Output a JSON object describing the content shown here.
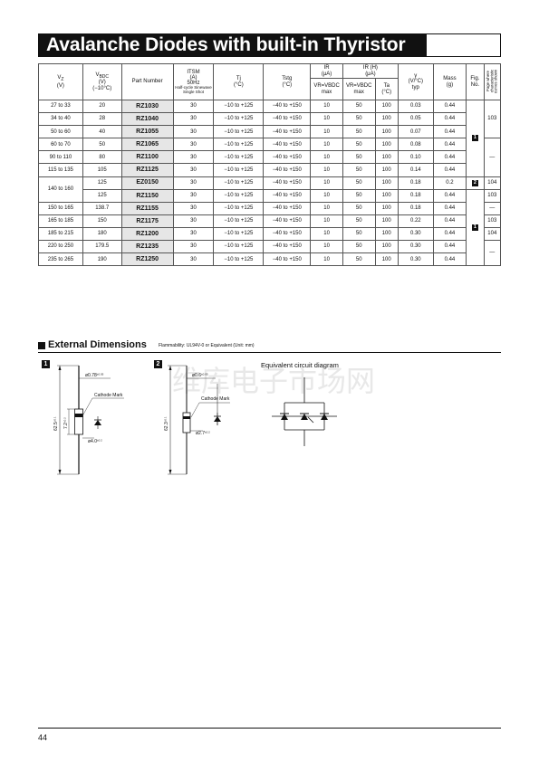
{
  "title": "Avalanche Diodes with built-in Thyristor",
  "table": {
    "headers": {
      "vz": "V",
      "vz_sub": "Z",
      "vz_unit": "(V)",
      "vbdc": "V",
      "vbdc_sub": "BDC",
      "vbdc_unit": "(V)",
      "vbdc_cond": "(−10°C)",
      "part": "Part Number",
      "itsm": "ITSM",
      "itsm_unit": "(A)",
      "itsm_freq": "50Hz",
      "itsm_note": "Half-cycle Sinewave Single Shot",
      "tj": "Tj",
      "tj_unit": "(°C)",
      "tstg": "Tstg",
      "tstg_unit": "(°C)",
      "ir": "IR",
      "ir_unit": "(μA)",
      "ir_cond": "VR=VBDC",
      "ir_max": "max",
      "irh": "IR (H)",
      "irh_unit": "(μA)",
      "irh_cond": "VR=VBDC",
      "irh_max": "max",
      "ta": "Ta",
      "ta_unit": "(°C)",
      "gamma": "γ",
      "gamma_unit": "(V/°C)",
      "gamma_typ": "typ",
      "mass": "Mass",
      "mass_unit": "(g)",
      "fig": "Fig.",
      "fig_no": "No.",
      "page": "Page where characteristic curves shown"
    },
    "rows": [
      {
        "vz": "27  to  33",
        "vbdc": "20",
        "part": "RZ1030",
        "itsm": "30",
        "tj": "−10 to +125",
        "tstg": "−40 to +150",
        "ir": "10",
        "irh": "50",
        "ta": "100",
        "gamma": "0.03",
        "mass": "0.44"
      },
      {
        "vz": "34  to  40",
        "vbdc": "28",
        "part": "RZ1040",
        "itsm": "30",
        "tj": "−10 to +125",
        "tstg": "−40 to +150",
        "ir": "10",
        "irh": "50",
        "ta": "100",
        "gamma": "0.05",
        "mass": "0.44"
      },
      {
        "vz": "50  to  60",
        "vbdc": "40",
        "part": "RZ1055",
        "itsm": "30",
        "tj": "−10 to +125",
        "tstg": "−40 to +150",
        "ir": "10",
        "irh": "50",
        "ta": "100",
        "gamma": "0.07",
        "mass": "0.44"
      },
      {
        "vz": "60  to  70",
        "vbdc": "50",
        "part": "RZ1065",
        "itsm": "30",
        "tj": "−10 to +125",
        "tstg": "−40 to +150",
        "ir": "10",
        "irh": "50",
        "ta": "100",
        "gamma": "0.08",
        "mass": "0.44"
      },
      {
        "vz": "90 to 110",
        "vbdc": "80",
        "part": "RZ1100",
        "itsm": "30",
        "tj": "−10 to +125",
        "tstg": "−40 to +150",
        "ir": "10",
        "irh": "50",
        "ta": "100",
        "gamma": "0.10",
        "mass": "0.44"
      },
      {
        "vz": "115 to 135",
        "vbdc": "105",
        "part": "RZ1125",
        "itsm": "30",
        "tj": "−10 to +125",
        "tstg": "−40 to +150",
        "ir": "10",
        "irh": "50",
        "ta": "100",
        "gamma": "0.14",
        "mass": "0.44"
      },
      {
        "vz": "140 to 160",
        "vbdc": "125",
        "part": "EZ0150",
        "itsm": "30",
        "tj": "−10 to +125",
        "tstg": "−40 to +150",
        "ir": "10",
        "irh": "50",
        "ta": "100",
        "gamma": "0.18",
        "mass": "0.2"
      },
      {
        "vz": "",
        "vbdc": "125",
        "part": "RZ1150",
        "itsm": "30",
        "tj": "−10 to +125",
        "tstg": "−40 to +150",
        "ir": "10",
        "irh": "50",
        "ta": "100",
        "gamma": "0.18",
        "mass": "0.44"
      },
      {
        "vz": "150 to 165",
        "vbdc": "138.7",
        "part": "RZ1155",
        "itsm": "30",
        "tj": "−10 to +125",
        "tstg": "−40 to +150",
        "ir": "10",
        "irh": "50",
        "ta": "100",
        "gamma": "0.18",
        "mass": "0.44"
      },
      {
        "vz": "165 to 185",
        "vbdc": "150",
        "part": "RZ1175",
        "itsm": "30",
        "tj": "−10 to +125",
        "tstg": "−40 to +150",
        "ir": "10",
        "irh": "50",
        "ta": "100",
        "gamma": "0.22",
        "mass": "0.44"
      },
      {
        "vz": "185 to 215",
        "vbdc": "180",
        "part": "RZ1200",
        "itsm": "30",
        "tj": "−10 to +125",
        "tstg": "−40 to +150",
        "ir": "10",
        "irh": "50",
        "ta": "100",
        "gamma": "0.30",
        "mass": "0.44"
      },
      {
        "vz": "220 to 250",
        "vbdc": "179.5",
        "part": "RZ1235",
        "itsm": "30",
        "tj": "−10 to +125",
        "tstg": "−40 to +150",
        "ir": "10",
        "irh": "50",
        "ta": "100",
        "gamma": "0.30",
        "mass": "0.44"
      },
      {
        "vz": "235 to 265",
        "vbdc": "190",
        "part": "RZ1250",
        "itsm": "30",
        "tj": "−10 to +125",
        "tstg": "−40 to +150",
        "ir": "10",
        "irh": "50",
        "ta": "100",
        "gamma": "0.30",
        "mass": "0.44"
      }
    ],
    "fig": {
      "a": "1",
      "b": "2",
      "c": "1"
    },
    "pages": {
      "p103a": "103",
      "dash1": "—",
      "p104a": "104",
      "p103b": "103",
      "dash2": "—",
      "p103c": "103",
      "p104b": "104",
      "dash3": "—"
    }
  },
  "dimensions": {
    "title": "External Dimensions",
    "note": "Flammability: UL94V-0 or Equivalent   (Unit: mm)",
    "fig1": {
      "label": "1",
      "lead_dia": "ø0.78",
      "lead_tol": "±0.05",
      "cathode": "Cathode Mark",
      "length": "62.5",
      "length_tol": "±0.1",
      "body": "7.2",
      "body_tol": "±0.2",
      "body_dia": "ø4.0",
      "body_dia_tol": "±0.2"
    },
    "fig2": {
      "label": "2",
      "lead_dia": "ø0.6",
      "lead_tol": "±0.05",
      "cathode": "Cathode Mark",
      "length": "62.3",
      "length_tol": "±0.1",
      "body_dia": "ø2.7",
      "body_dia_tol": "±0.2"
    },
    "equivalent": "Equivalent circuit diagram"
  },
  "watermark": "维库电子市场网",
  "page_number": "44"
}
